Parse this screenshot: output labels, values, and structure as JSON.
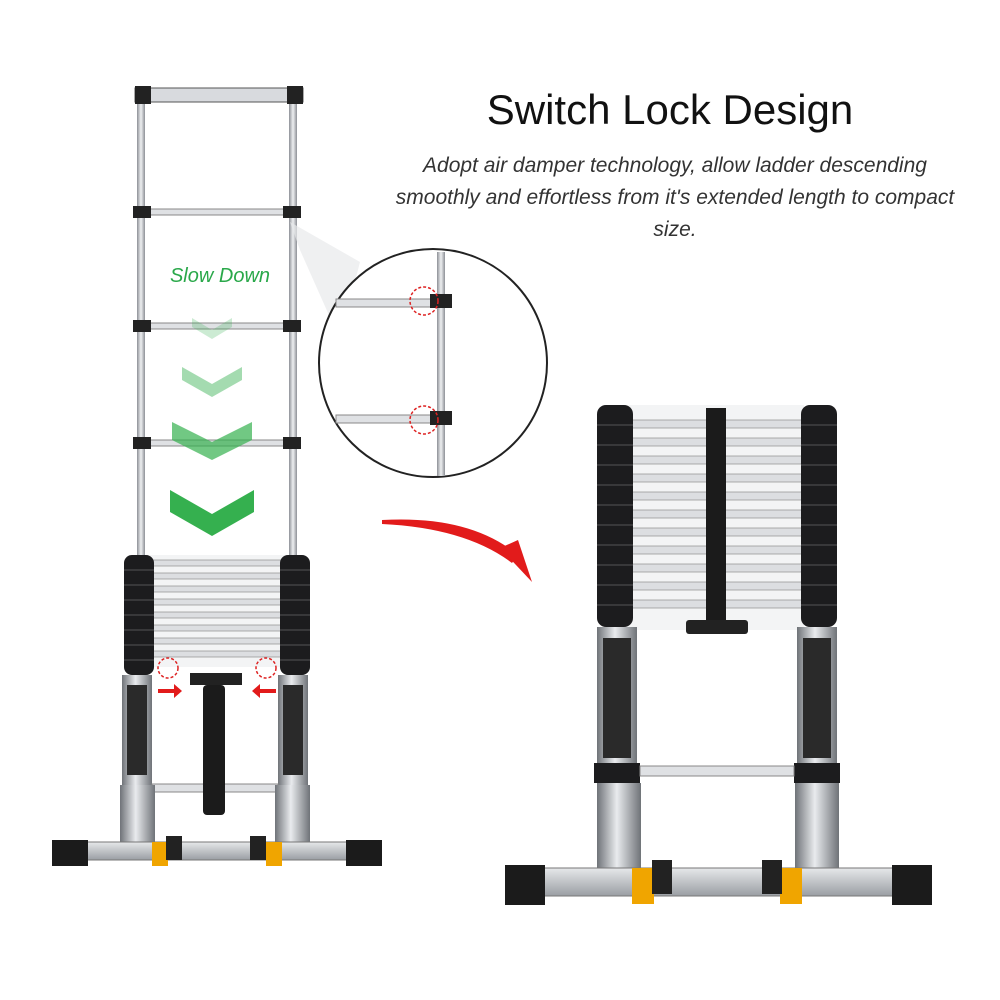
{
  "heading": {
    "title": "Switch Lock Design",
    "description": "Adopt air damper technology, allow ladder descending smoothly and effortless from it's extended length to compact size."
  },
  "annotation": {
    "slow_down": "Slow Down"
  },
  "colors": {
    "accent_green": "#35b04f",
    "arrow_red": "#e21b1b",
    "foot_yellow": "#f0a500"
  },
  "icons": [
    "chevron-down-icon",
    "curved-arrow-icon",
    "zoom-circle"
  ]
}
